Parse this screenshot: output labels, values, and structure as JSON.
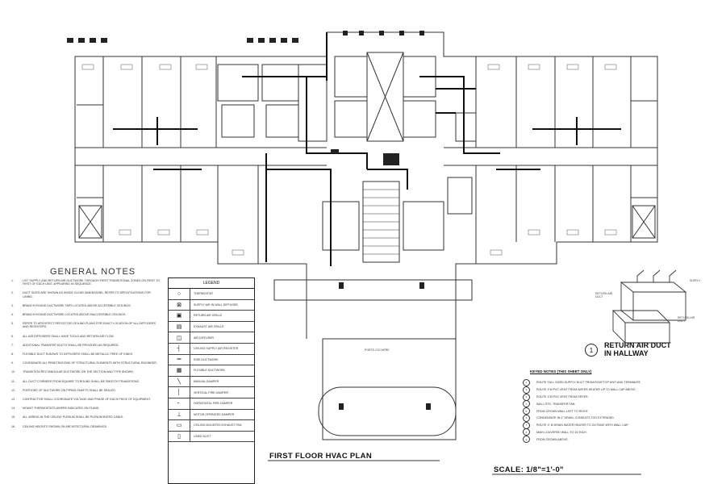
{
  "drawing": {
    "title": "FIRST FLOOR HVAC PLAN",
    "scale": "SCALE: 1/8\"=1'-0\""
  },
  "general_notes": {
    "title": "GENERAL NOTES",
    "items": [
      {
        "n": "1.",
        "text": "LIST SUPPLY AND RETURN AIR DUCTWORK THROUGH FIRST TRANSITIONAL ZONES ON FIRST TO FIRST OF EACH UNIT, APPEARING IN SEQUENCE."
      },
      {
        "n": "2.",
        "text": "DUCT SIZES ARE SHOWN AS INSIDE CLEAR DIMENSIONS. REFER TO SPECIFICATIONS FOR LINING."
      },
      {
        "n": "3.",
        "text": "BRANCH ROUND DUCTWORK TAPS LOCATED ABOVE ACCESSIBLE CEILINGS."
      },
      {
        "n": "4.",
        "text": "BRANCH ROUND DUCTWORK LOCATED ABOVE INACCESSIBLE CEILINGS."
      },
      {
        "n": "5.",
        "text": "REFER TO ARCHITECT REFLECTED CEILING PLANS FOR EXACT LOCATION OF ALL DIFFUSERS AND REGISTERS."
      },
      {
        "n": "6.",
        "text": "ALL AIR DIFFUSERS SHALL HAVE TOOLS AND RETURN AIR FLOW."
      },
      {
        "n": "7.",
        "text": "ADDITIONAL TRANSFER DUCTS SHALL BE PROVIDED AS REQUIRED."
      },
      {
        "n": "8.",
        "text": "FLEXIBLE DUCT ELBOWS TO DIFFUSERS SHALL BE METALLIC FREE OF KINKS."
      },
      {
        "n": "9.",
        "text": "COORDINATE ALL PENETRATIONS OF STRUCTURAL ELEMENTS WITH STRUCTURAL ENGINEER."
      },
      {
        "n": "10.",
        "text": "TRANSITION RECTANGULAR DUCTWORK ON THE SECTION AND TYPE SHOWN."
      },
      {
        "n": "11.",
        "text": "ALL DUCT CORNERS FROM SQUARE TO ROUND SHALL BE SMOOTH TRANSITIONS."
      },
      {
        "n": "12.",
        "text": "PORTIONS OF DUCTWORK ON PIPING SHAFTS SHALL BE SEALED."
      },
      {
        "n": "13.",
        "text": "CONTRACTOR SHALL COORDINATE VOLTAGE AND PHASE OF EACH PIECE OF EQUIPMENT."
      },
      {
        "n": "14.",
        "text": "MOUNT THERMOSTATS WHERE INDICATED ON PLANS."
      },
      {
        "n": "15.",
        "text": "ALL WIRING IN THE CEILING PLENUM SHALL BE PLENUM RATED CABLE."
      },
      {
        "n": "16.",
        "text": "CEILING HEIGHTS SHOWN ON ARCHITECTURAL DRAWINGS."
      }
    ]
  },
  "legend": {
    "title": "LEGEND",
    "rows": [
      {
        "sym": "○",
        "text": "THERMOSTAT"
      },
      {
        "sym": "⊠",
        "text": "SUPPLY AIR IN WALL DIFFUSER"
      },
      {
        "sym": "▣",
        "text": "RETURN AIR GRILLE"
      },
      {
        "sym": "▤",
        "text": "EXHAUST AIR GRILLE"
      },
      {
        "sym": "◫",
        "text": "AIR DIFFUSER"
      },
      {
        "sym": "┤",
        "text": "CEILING SUPPLY AIR REGISTER"
      },
      {
        "sym": "═",
        "text": "RISE DUCTWORK"
      },
      {
        "sym": "▦",
        "text": "FLEXIBLE DUCTWORK"
      },
      {
        "sym": "╲",
        "text": "MANUAL DAMPER"
      },
      {
        "sym": "│",
        "text": "VERTICAL FIRE DAMPER"
      },
      {
        "sym": "╴",
        "text": "HORIZONTAL FIRE DAMPER"
      },
      {
        "sym": "⊥",
        "text": "MOTOR OPERATED DAMPER"
      },
      {
        "sym": "▭",
        "text": "CEILING MOUNTED EXHAUST FAN"
      },
      {
        "sym": "▯",
        "text": "LINED DUCT"
      }
    ]
  },
  "keyed_notes": {
    "title": "KEYED NOTES (THIS SHEET ONLY)",
    "items": [
      {
        "n": "1",
        "text": "ROUTE FULL SIZED SUPPLY DUCT FROM ROOFTOP UNIT AND TERMINATE."
      },
      {
        "n": "2",
        "text": "ROUTE 4\"Ø PVC VENT FROM WATER HEATER UP TO WALL CAP ABOVE."
      },
      {
        "n": "3",
        "text": "ROUTE 4\"Ø PVC VENT FROM DRYER."
      },
      {
        "n": "4",
        "text": "WALL RTG. TRANSFER FAN."
      },
      {
        "n": "5",
        "text": "FROM CROWN WALL LEFT TO RIGHT."
      },
      {
        "n": "6",
        "text": "CONDENSATE IN 4\" DRAIN. CONDUITS TOO EXTENDED."
      },
      {
        "n": "7",
        "text": "ROUTE 4\" Ø DRAIN WATER HEATER TO OUTSIDE WITH WALL CAP."
      },
      {
        "n": "8",
        "text": "MAIN LOUVERED WALL TO 1/2 INCH."
      },
      {
        "n": "9",
        "text": "FROM CROWN ABOVE."
      }
    ]
  },
  "detail": {
    "number": "1",
    "title_line1": "RETURN AIR DUCT",
    "title_line2": "IN HALLWAY",
    "label_return": "RETURN AIR DUCT",
    "label_supply": "SUPPLY",
    "label_ret2": "RETURN AIR DUCT"
  },
  "rooms": {
    "porte_cochere": "PORTE-COCHERE"
  }
}
